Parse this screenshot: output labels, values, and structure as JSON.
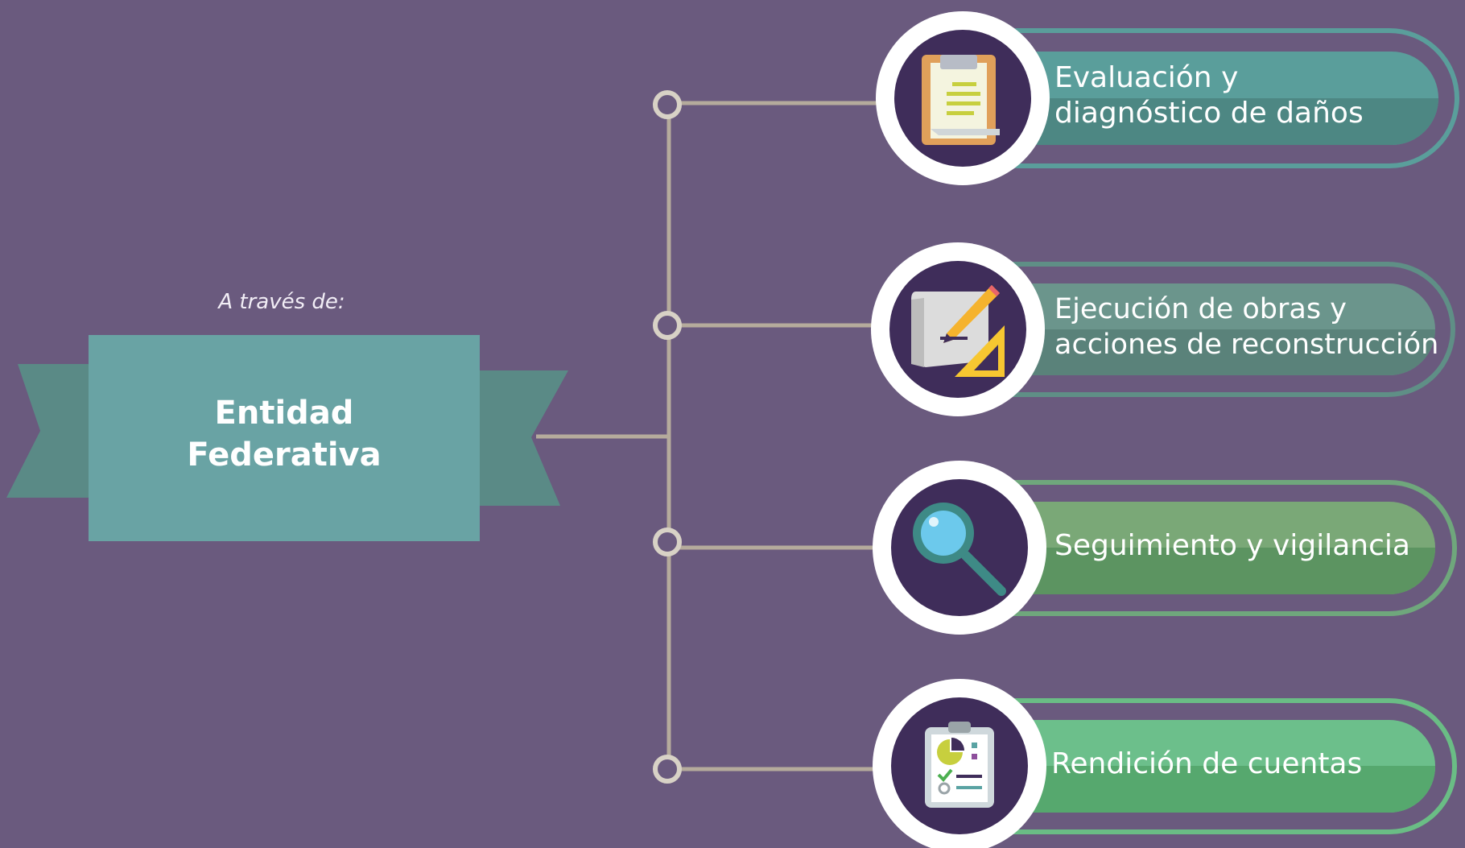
{
  "intro_text": "A través de:",
  "entity": {
    "line1": "Entidad",
    "line2": "Federativa"
  },
  "items": [
    {
      "line1": "Evaluación y",
      "line2": "diagnóstico de daños",
      "icon": "clipboard-document-icon",
      "color": "#5a9e9b"
    },
    {
      "line1": "Ejecución de obras y",
      "line2": "acciones de reconstrucción",
      "icon": "blueprint-pencil-ruler-icon",
      "color": "#5f8f86"
    },
    {
      "line1": "Seguimiento y vigilancia",
      "icon": "magnifying-glass-icon",
      "color": "#5e9a6b"
    },
    {
      "line1": "Rendición de cuentas",
      "icon": "checklist-chart-icon",
      "color": "#5aa871"
    }
  ],
  "colors": {
    "background": "#6a5a7e",
    "ribbon": "#69a3a4",
    "connector": "#b5ab9c",
    "icon_circle": "#3f2d5a"
  }
}
